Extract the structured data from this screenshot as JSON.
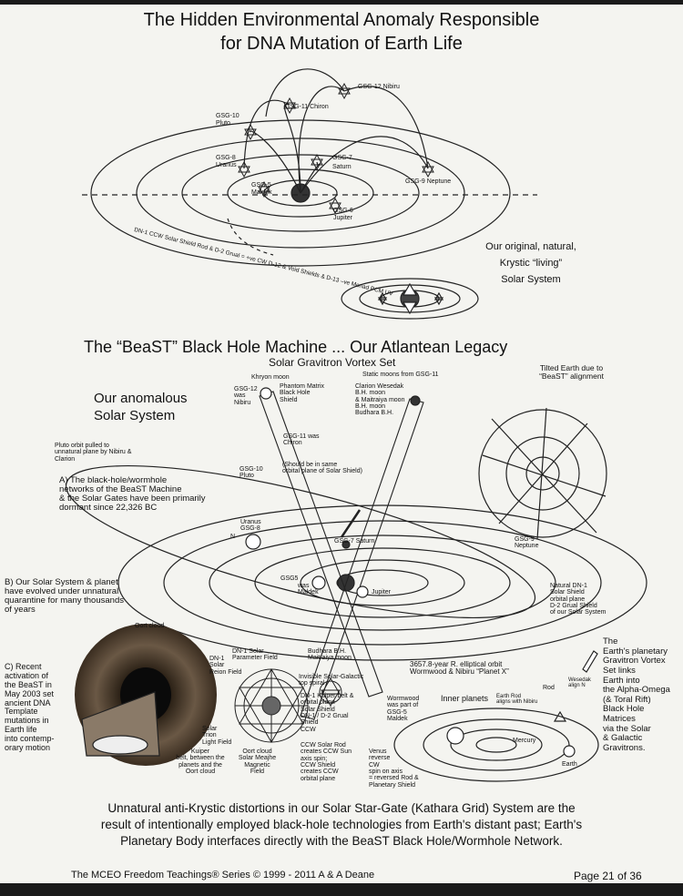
{
  "title_line1": "The Hidden Environmental Anomaly Responsible",
  "title_line2": "for DNA Mutation of Earth Life",
  "top": {
    "gsg12": "GSG-12  Nibiru",
    "gsg11": "GSG-11  Chiron",
    "gsg10": "GSG-10",
    "gsg10b": "Pluto",
    "gsg8": "GSG-8",
    "gsg8b": "Uranus",
    "gsg7": "GSG-7",
    "gsg7b": "Saturn",
    "gsg9": "GSG-9  Neptune",
    "gsg5": "GSG-5",
    "gsg5b": "Maldek",
    "gsg6": "GSG-6",
    "gsg6b": "Jupiter",
    "rod": "DN-1 CCW Solar Shield Rod  & D-2 Grual  = +ve CW D-12 & Void Shields & D-13 –ve Monad PCM UV",
    "orig1": "Our original, natural,",
    "orig2": "Krystic “living”",
    "orig3": "Solar System"
  },
  "section2_title": "The “BeaST” Black Hole Machine ... Our Atlantean Legacy",
  "mid": {
    "vortex": "Solar Gravitron Vortex Set",
    "khryon": "Khryon  moon",
    "phantom": "Phantom Matrix\nBlack Hole\nShield",
    "gsg12": "GSG-12\nwas\nNibiru",
    "static": "Static moons from GSG-11",
    "clarion": "Clarion Wesedak\nB.H. moon\n& Maitraiya moon\nB.H. moon\nBudhara B.H.",
    "anom1": "Our anomalous",
    "anom2": "Solar System",
    "gsg11": "GSG-11 was\nChiron",
    "tilted": "Tilted Earth due to\n“BeaST” alignment",
    "pluto": "Pluto orbit pulled to\nunnatural plane by Nibiru &\nClarion",
    "gsg10": "GSG-10\nPluto",
    "same": "(Should be in same\norbital plane of Solar Shield)",
    "a": "A) The black-hole/wormhole\nnetworks of the BeaST Machine\n& the Solar Gates have been primarily\ndormant since 22,326 BC",
    "uranus": "Uranus\nGSG-8",
    "n": "N",
    "gsg7": "GSG-7  Saturn",
    "gsg9": "GSG-9\nNeptune",
    "maldek": "was\nMaldek",
    "gsg5": "GSG5",
    "jupiter": "Jupiter",
    "b": "B) Our Solar System & planet\nhave evolved under unnatural\nquarantine for many thousands\nof years",
    "natural": "Natural DN-1\nSolar Shield\norbital plane\nD-2 Grual Shield\nof our Solar System",
    "oort": "Oort cloud"
  },
  "bottom": {
    "c": "C) Recent\nactivation of\nthe BeaST in\nMay 2003 set\nancient DNA\nTemplate\nmutations in\nEarth life\ninto contemp-\norary motion",
    "dn1field": "DN-1 Solar\nParameter Field",
    "dn1solar": "DN-1\nSolar\nReion Field",
    "budhara": "Budhara B.H.\nMaitraiya moon",
    "invisible": "Invisible Solar-Galactic\ntop spiral",
    "kuiperbelt": "DN-1 Kuiper belt &\norbital plane\nSolar Shield\nDN-1 / D-2 Grual\nShield\nCCW",
    "orbit": "3657.8-year R. elliptical orbit\nWormwood & Nibiru “Planet X”",
    "wormwood": "Wormwood\nwas part of\nGSG-5\nMaldek",
    "inner": "Inner planets",
    "earthrod": "Earth Rod\naligns with Nibiru",
    "rod": "Rod",
    "wesedak": "Wesedak\nalign N",
    "trion": "Solar\nTrion\nLight Field",
    "kuiper": "Kuiper\nbelt, between the\nplanets and the\nOort cloud",
    "oortmeajhe": "Oort cloud\nSolar Meajhe\nMagnetic\nField",
    "ccwrod": "CCW Solar Rod\ncreates CCW Sun\naxis spin;\nCCW Shield\ncreates CCW\norbital plane",
    "venus": "Venus\nreverse\nCW\nspin on axis\n= reversed Rod &\nPlanetary Shield",
    "mercury": "Mercury",
    "earth": "Earth",
    "right": "The\nEarth's planetary\nGravitron Vortex\nSet links\nEarth into\nthe Alpha-Omega\n(& Toral Rift)\nBlack Hole\nMatrices\nvia the Solar\n& Galactic\nGravitrons."
  },
  "footer": {
    "line1": "Unnatural anti-Krystic distortions in our Solar Star-Gate (Kathara Grid) System are the",
    "line2": "result of intentionally employed black-hole technologies from Earth's distant past; Earth's",
    "line3": "Planetary Body interfaces directly with the BeaST Black Hole/Wormhole Network.",
    "series": "The MCEO Freedom Teachings® Series © 1999 - 2011 A & A Deane",
    "page": "Page 21 of 36"
  }
}
